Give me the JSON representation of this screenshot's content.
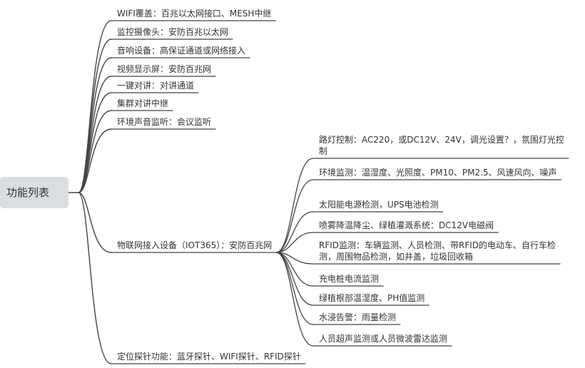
{
  "root": {
    "label": "功能列表"
  },
  "level1": [
    {
      "label": "WIFI覆盖：百兆以太网接口、MESH中继"
    },
    {
      "label": "监控摄像头：安防百兆以太网"
    },
    {
      "label": "音响设备：高保证通道或网络接入"
    },
    {
      "label": "视频显示屏：安防百兆网"
    },
    {
      "label": "一键对讲：对讲通道"
    },
    {
      "label": "集群对讲中继"
    },
    {
      "label": "环境声音监听：会议监听"
    },
    {
      "label": "物联网接入设备（IOT365）：安防百兆网"
    },
    {
      "label": "定位探针功能：蓝牙探针、WIFI探针、RFID探针"
    }
  ],
  "iot_children": [
    {
      "label": "路灯控制：AC220，或DC12V、24V，调光设置？，氛围灯光控制"
    },
    {
      "label": "环境监测：温湿度、光照度、PM10、PM2.5、风速风向、噪声"
    },
    {
      "label": "太阳能电源检测，UPS电池检测"
    },
    {
      "label": "喷雾降温降尘、绿植灌溉系统：DC12V电磁阀"
    },
    {
      "label": "RFID监测：车辆监测、人员检测、带RFID的电动车、自行车检测，周围物品检测，如井盖，垃圾回收箱"
    },
    {
      "label": "充电桩电流监测"
    },
    {
      "label": "绿植根部温湿度、PH值监测"
    },
    {
      "label": "水浸告警：雨量检测"
    },
    {
      "label": "人员超声监测或人员微波雷达监测"
    }
  ],
  "colors": {
    "line": "#444444",
    "root_bg": "#d9dee3",
    "text": "#333333"
  }
}
